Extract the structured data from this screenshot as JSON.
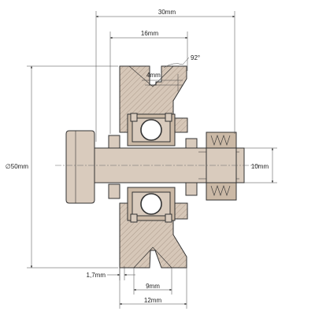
{
  "dimensions": {
    "overall_width": "30mm",
    "groove_top_width": "16mm",
    "groove_angle": "92°",
    "groove_depth": "4mm",
    "outer_diameter": "∅50mm",
    "bore": "10mm",
    "flat_offset": "1,7mm",
    "groove_bottom_width": "9mm",
    "wheel_width": "12mm"
  }
}
